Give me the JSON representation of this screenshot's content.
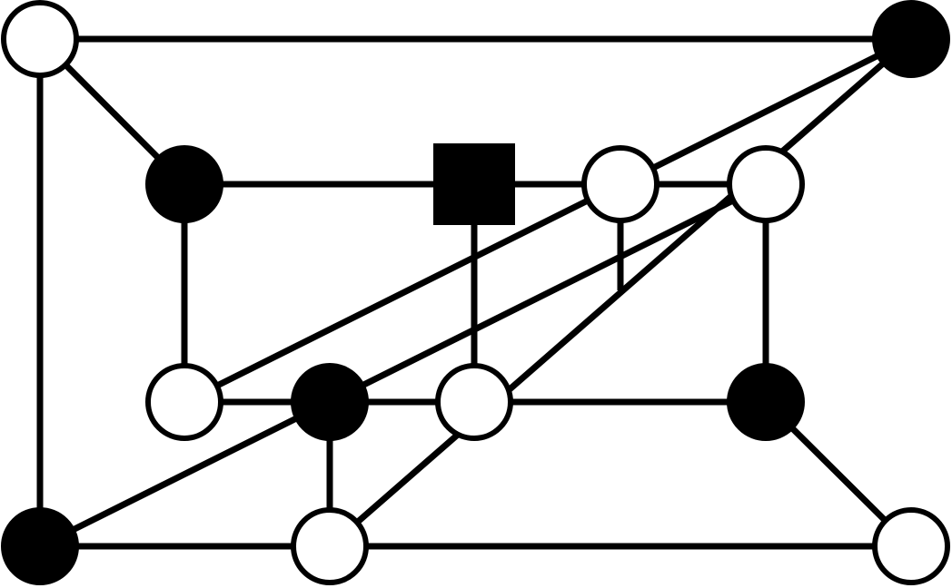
{
  "diagram": {
    "type": "graph",
    "colors": {
      "stroke": "#000000",
      "filled": "#000000",
      "hollow": "#ffffff"
    },
    "nodes": [
      {
        "id": "n1",
        "shape": "circle",
        "fill": "hollow"
      },
      {
        "id": "n2",
        "shape": "circle",
        "fill": "filled"
      },
      {
        "id": "n3",
        "shape": "circle",
        "fill": "filled"
      },
      {
        "id": "n4",
        "shape": "square",
        "fill": "filled"
      },
      {
        "id": "n5",
        "shape": "circle",
        "fill": "hollow"
      },
      {
        "id": "n6",
        "shape": "circle",
        "fill": "hollow"
      },
      {
        "id": "n7",
        "shape": "circle",
        "fill": "hollow"
      },
      {
        "id": "n8",
        "shape": "circle",
        "fill": "filled"
      },
      {
        "id": "n9",
        "shape": "circle",
        "fill": "hollow"
      },
      {
        "id": "n10",
        "shape": "circle",
        "fill": "filled"
      },
      {
        "id": "n11",
        "shape": "circle",
        "fill": "filled"
      },
      {
        "id": "n12",
        "shape": "circle",
        "fill": "hollow"
      },
      {
        "id": "n13",
        "shape": "circle",
        "fill": "hollow"
      }
    ],
    "edges": [
      [
        "n1",
        "n2"
      ],
      [
        "n1",
        "n3"
      ],
      [
        "n1",
        "n11"
      ],
      [
        "n2",
        "n6"
      ],
      [
        "n2",
        "n13"
      ],
      [
        "n3",
        "n4"
      ],
      [
        "n3",
        "n7"
      ],
      [
        "n4",
        "n5"
      ],
      [
        "n4",
        "n9"
      ],
      [
        "n5",
        "n6"
      ],
      [
        "n6",
        "n10"
      ],
      [
        "n7",
        "n8"
      ],
      [
        "n7",
        "n11"
      ],
      [
        "n8",
        "n9"
      ],
      [
        "n8",
        "n12"
      ],
      [
        "n9",
        "n10"
      ],
      [
        "n10",
        "n13"
      ],
      [
        "n11",
        "n12"
      ],
      [
        "n12",
        "n13"
      ]
    ],
    "dangling_edges": [
      {
        "from": "n5",
        "direction": "down"
      }
    ]
  }
}
